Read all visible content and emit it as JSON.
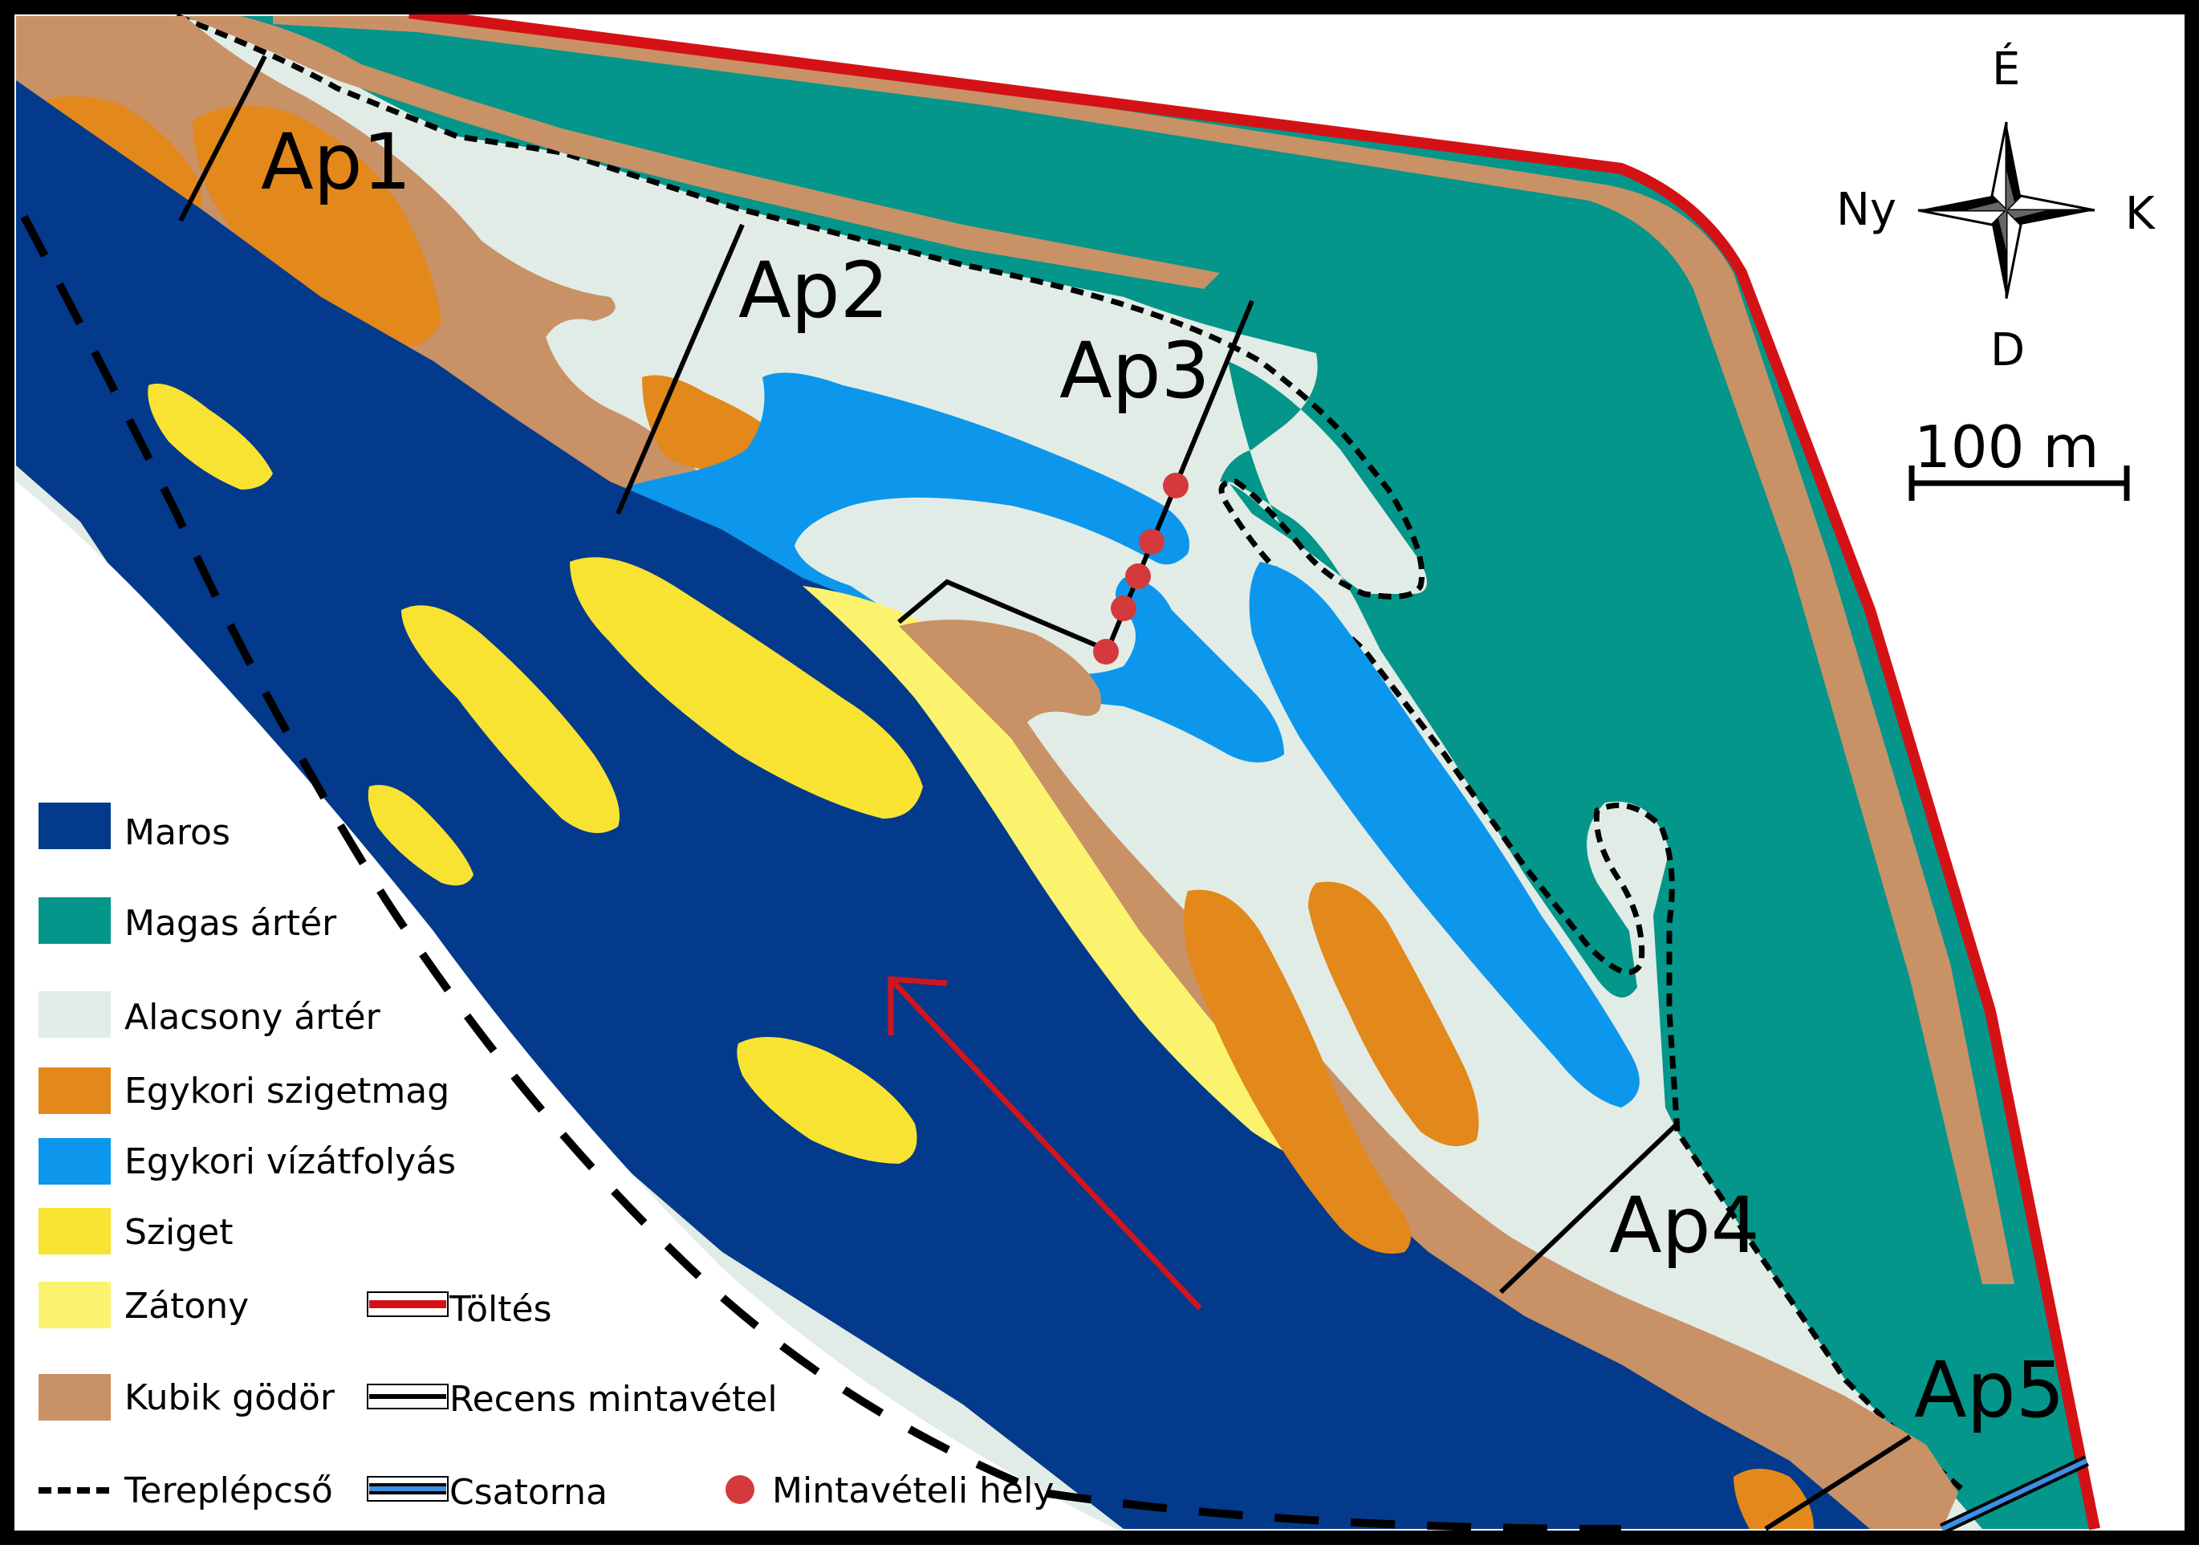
{
  "profiles": [
    "Ap1",
    "Ap2",
    "Ap3",
    "Ap4",
    "Ap5"
  ],
  "compass": {
    "north": "É",
    "south": "D",
    "west": "Ny",
    "east": "K"
  },
  "scale_bar": {
    "label": "100 m",
    "value_m": 100
  },
  "flow_arrow": {
    "color": "#d0151c",
    "direction": "north-west"
  },
  "colors": {
    "maros": "#043a8c",
    "magas_arter": "#04968a",
    "alacsony_arter": "#e1ece6",
    "szigetmag": "#e3881a",
    "vizatfolyas": "#0c97ec",
    "sziget": "#f9e332",
    "zatony": "#fbf36e",
    "kubik": "#c99166",
    "toltes": "#d41216",
    "csatorna": "#3d8fe2",
    "mintaveteli_hely": "#d43a3d"
  },
  "sample_points": 5,
  "legend": {
    "maros": "Maros",
    "magas_arter": "Magas ártér",
    "alacsony_arter": "Alacsony ártér",
    "szigetmag": "Egykori szigetmag",
    "vizatfolyas": "Egykori vízátfolyás",
    "sziget": "Sziget",
    "zatony": "Zátony",
    "kubik": "Kubik gödör",
    "tereplepcso": "Tereplépcső",
    "toltes": "Töltés",
    "recens": "Recens mintavétel",
    "csatorna": "Csatorna",
    "mintaveteli_hely": "Mintavételi hely"
  }
}
